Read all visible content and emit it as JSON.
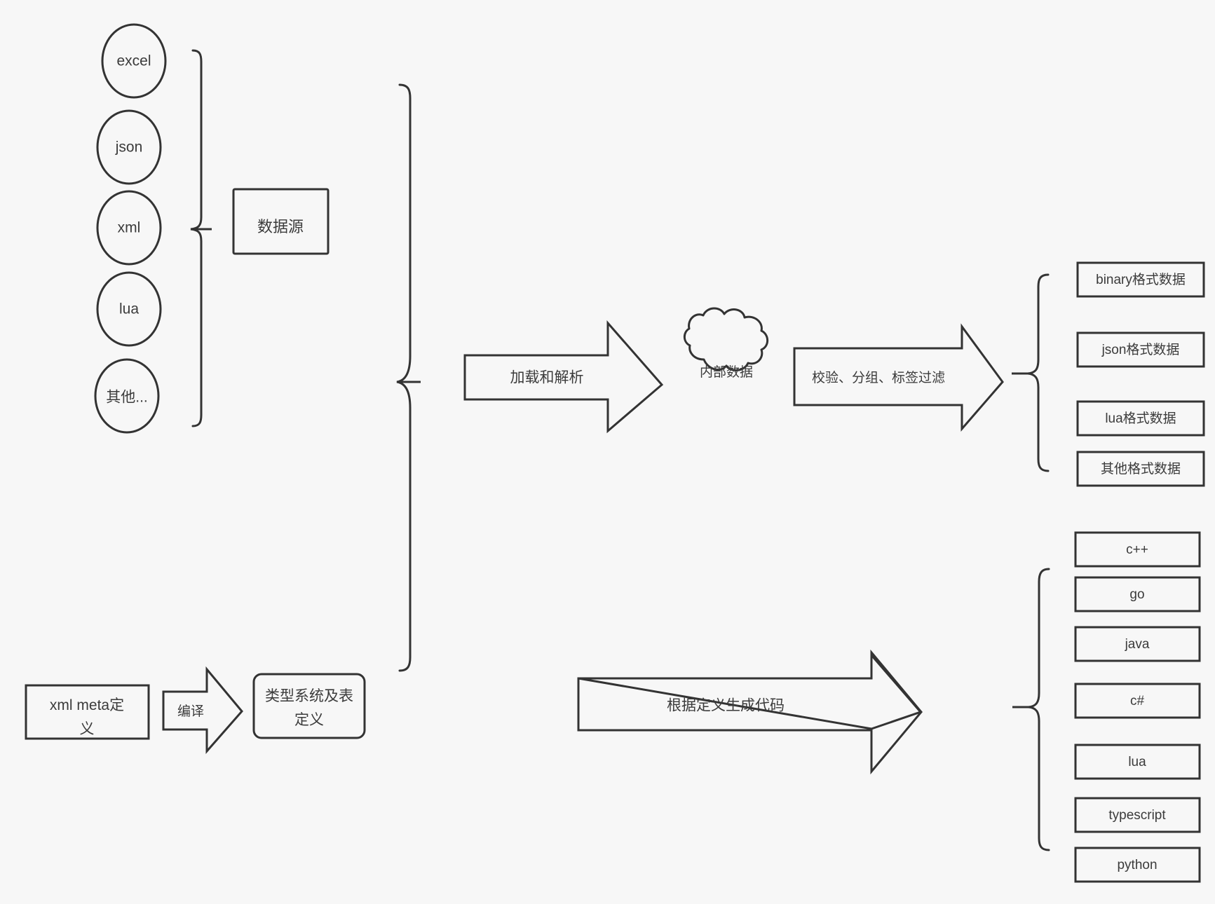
{
  "diagram": {
    "title": "data pipeline diagram",
    "background_color": "#f7f7f7",
    "shape_fill": "#ffffff",
    "stroke_color": "#333333",
    "text_color": "#3b3b3b"
  },
  "sources": {
    "group_label": "数据源",
    "items": [
      {
        "label": "excel"
      },
      {
        "label": "json"
      },
      {
        "label": "xml"
      },
      {
        "label": "lua"
      },
      {
        "label": "其他..."
      }
    ]
  },
  "meta": {
    "definition_label": "xml meta定义",
    "compile_arrow_label": "编译",
    "type_system_label": "类型系统及表定义"
  },
  "pipeline": {
    "load_arrow_label": "加载和解析",
    "internal_data_label": "内部数据",
    "filter_arrow_label": "校验、分组、标签过滤",
    "codegen_arrow_label": "根据定义生成代码"
  },
  "outputs": {
    "data_formats": [
      {
        "label": "binary格式数据"
      },
      {
        "label": "json格式数据"
      },
      {
        "label": "lua格式数据"
      },
      {
        "label": "其他格式数据"
      }
    ],
    "languages": [
      {
        "label": "c++"
      },
      {
        "label": "go"
      },
      {
        "label": "java"
      },
      {
        "label": "c#"
      },
      {
        "label": "lua"
      },
      {
        "label": "typescript"
      },
      {
        "label": "python"
      }
    ]
  }
}
